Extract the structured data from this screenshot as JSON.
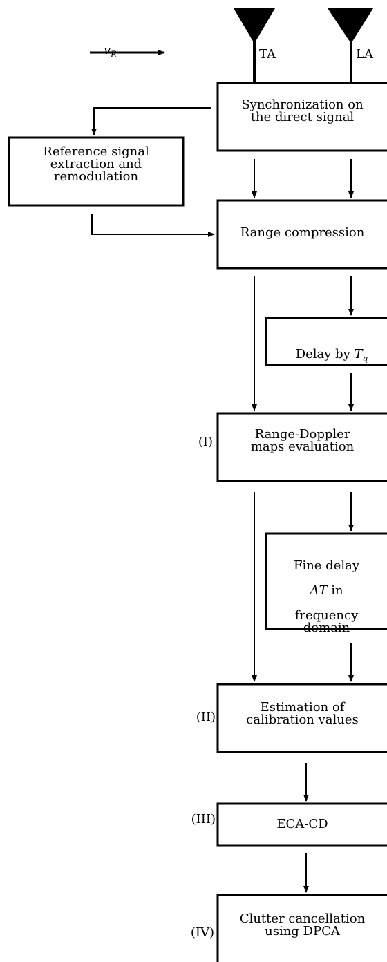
{
  "velocity": {
    "symbol": "v",
    "subscript": "R"
  },
  "antennas": {
    "ta": "TA",
    "la": "LA"
  },
  "blocks": {
    "sync": "Synchronization on\nthe direct signal",
    "reference": "Reference signal\nextraction and\nremodulation",
    "range_compression": "Range compression",
    "delay_prefix": "Delay by ",
    "delay_symbol": "T",
    "delay_subscript": "q",
    "range_doppler": "Range-Doppler\nmaps evaluation",
    "fine_delay_1": "Fine delay",
    "fine_delay_symbol": "ΔT",
    "fine_delay_in": " in",
    "fine_delay_2": "frequency\ndomain",
    "estimation": "Estimation of\ncalibration values",
    "eca": "ECA-CD",
    "clutter": "Clutter cancellation\nusing DPCA"
  },
  "stage_labels": {
    "i": "(I)",
    "ii": "(II)",
    "iii": "(III)",
    "iv": "(IV)"
  }
}
